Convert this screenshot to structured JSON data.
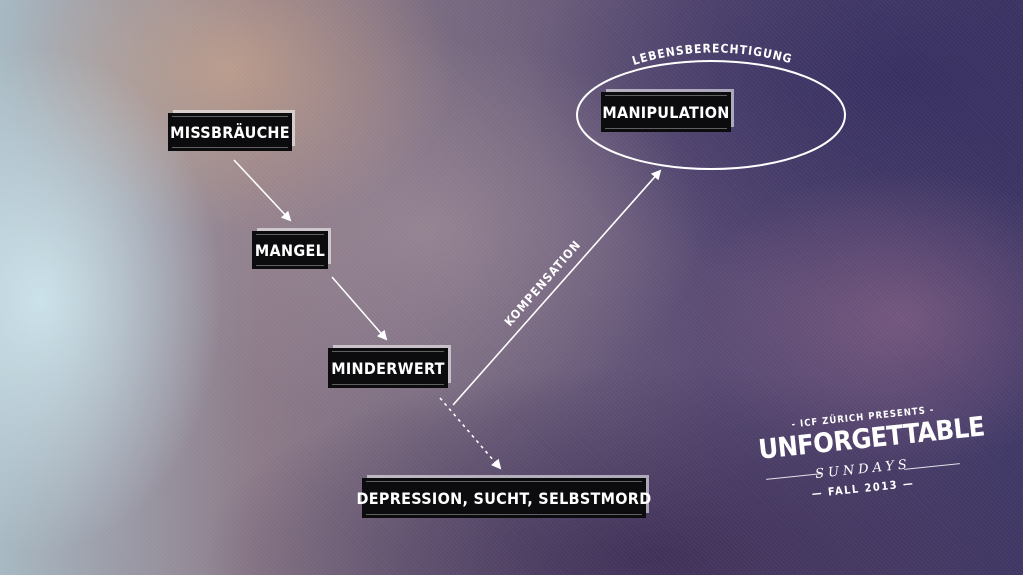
{
  "boxes": {
    "missbrauche": "MISSBRÄUCHE",
    "mangel": "MANGEL",
    "minderwert": "MINDERWERT",
    "manipulation": "MANIPULATION",
    "depression": "DEPRESSION, SUCHT, SELBSTMORD"
  },
  "labels": {
    "kompensation": "KOMPENSATION",
    "lebensberechtigung": "LEBENSBERECHTIGUNG"
  },
  "logo": {
    "presenter": "- ICF ZÜRICH PRESENTS -",
    "title": "UNFORGETTABLE",
    "subtitle": "SUNDAYS",
    "date": "— FALL 2013 —"
  },
  "colors": {
    "box_bg": "#0c0c0e",
    "line": "#ffffff"
  }
}
